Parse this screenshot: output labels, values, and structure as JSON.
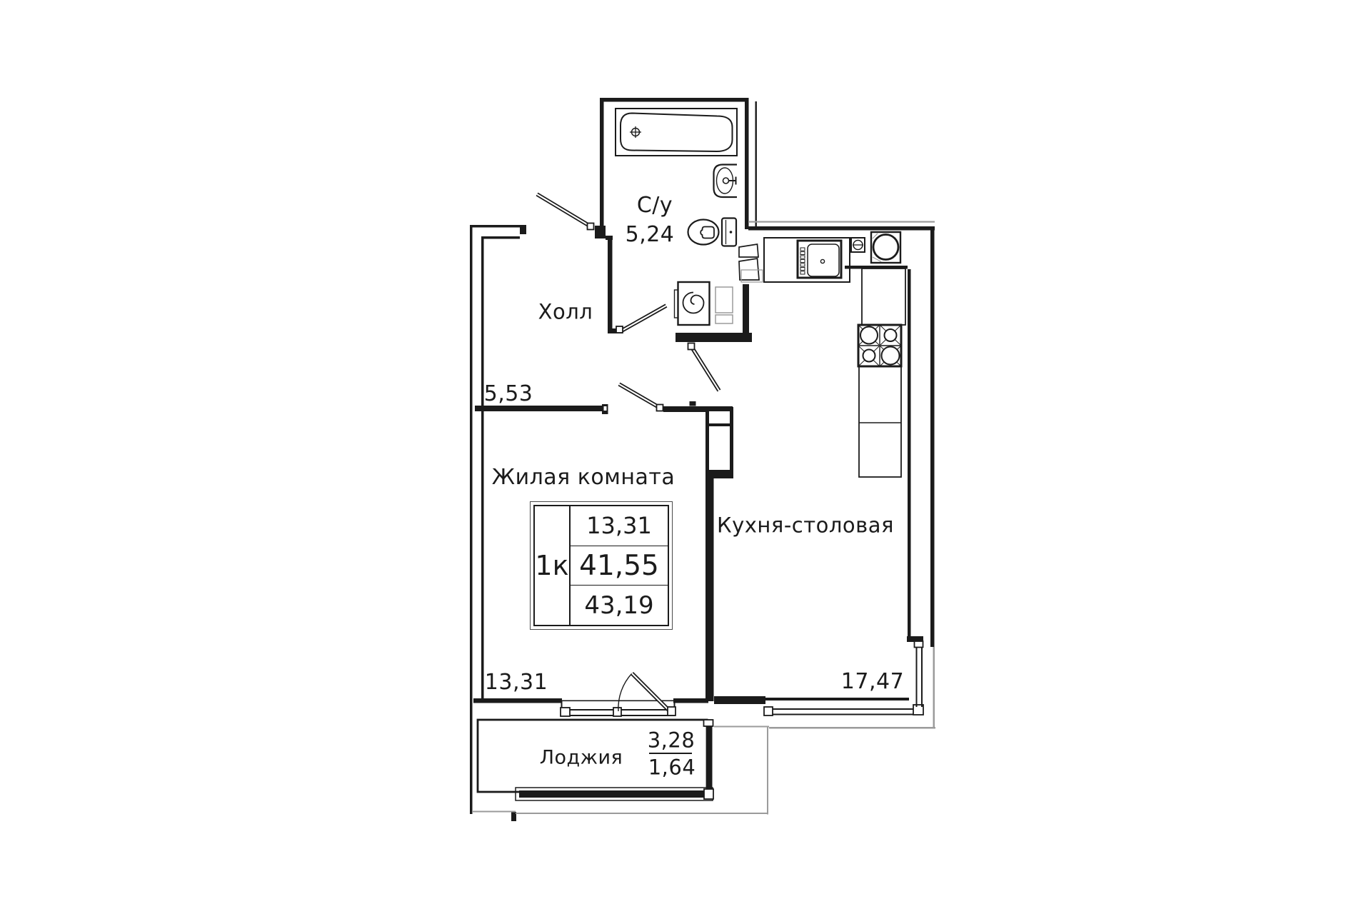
{
  "document": {
    "kind": "apartment-floor-plan",
    "apartment_type": "1к"
  },
  "info_box": {
    "type_label": "1к",
    "room_area": "13,31",
    "living_area": "41,55",
    "total_area": "43,19"
  },
  "rooms": {
    "bathroom": {
      "label": "С/у",
      "area": "5,24"
    },
    "hall": {
      "label": "Холл",
      "area": "5,53"
    },
    "living": {
      "label": "Жилая комната",
      "area": "13,31"
    },
    "kitchen": {
      "label": "Кухня-столовая",
      "area": "17,47"
    },
    "loggia": {
      "label": "Лоджия",
      "area_full": "3,28",
      "area_coef": "1,64"
    }
  },
  "fixtures": [
    "bathtub",
    "bath-sink",
    "toilet",
    "washing-machine",
    "kitchen-sink",
    "kitchen-faucet",
    "water-heater",
    "stove",
    "kitchen-counter",
    "wardrobe-niche"
  ],
  "colors": {
    "ink": "#1b1b1b",
    "faint": "#9b9b9b",
    "paper": "#ffffff"
  }
}
